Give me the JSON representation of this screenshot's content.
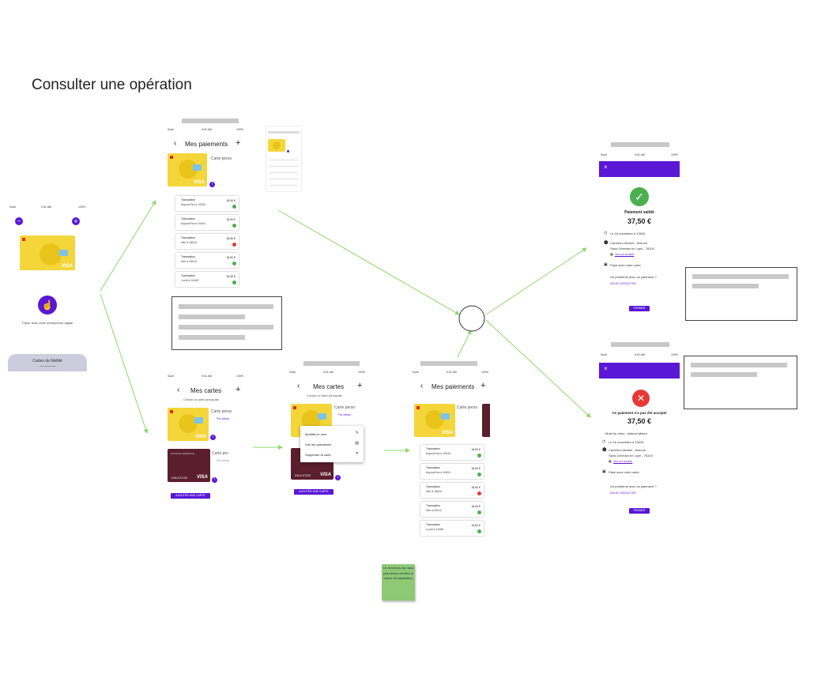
{
  "title": "Consulter une opération",
  "status": {
    "carrier": "Sosh",
    "time": "9:41 AM",
    "battery": "100%"
  },
  "home": {
    "empty_text": "Payer avec votre smartphone digital",
    "loyalty_tab": "Cartes de fidélité"
  },
  "payments_screen": {
    "title": "Mes paiements",
    "card_label": "Carte perso",
    "rows": [
      {
        "merchant": "Transaction",
        "date": "Aujourd'hui à 12h34",
        "amount": "18,50 €",
        "status": "ok"
      },
      {
        "merchant": "Transaction",
        "date": "Aujourd'hui à 10h04",
        "amount": "18,50 €",
        "status": "ok"
      },
      {
        "merchant": "Transaction",
        "date": "Hier à 18h20",
        "amount": "18,50 €",
        "status": "refused"
      },
      {
        "merchant": "Transaction",
        "date": "Hier à 09h12",
        "amount": "18,50 €",
        "status": "ok"
      },
      {
        "merchant": "Transaction",
        "date": "Lundi à 14h55",
        "amount": "18,50 €",
        "status": "ok"
      }
    ]
  },
  "cards_screen": {
    "title": "Mes cartes",
    "subtitle": "Choisir la carte principale",
    "card1_label": "Carte perso",
    "card1_status": "Par défaut",
    "card2_label": "Carte pro",
    "card2_status": "Par défaut",
    "card2_number": "2314",
    "card2_expiry": "07/22",
    "card2_brand": "SOCIETE GENERALE",
    "add_button": "AJOUTER UNE CARTE"
  },
  "context_menu": {
    "items": [
      {
        "label": "Modifier le nom",
        "icon": "✎"
      },
      {
        "label": "Voir les opérations",
        "icon": "▤"
      },
      {
        "label": "Supprimer la carte",
        "icon": "✕"
      }
    ]
  },
  "validated": {
    "close": "×",
    "title": "Paiement validé",
    "amount": "37,50 €",
    "date": "Le 16 novembre à 13h30",
    "merchant": "Carrefour Market - Avenue",
    "address": "Saint-Germain en Laye - 78100",
    "link": "Voir sur la carte",
    "payment_mode": "Payé avec votre carte",
    "question": "Un problème avec ce paiement ?",
    "contact": "NOUS CONTACTER",
    "ok": "FERMER"
  },
  "refused": {
    "close": "×",
    "title": "Ce paiement n'a pas été accepté",
    "amount": "37,50 €",
    "reason": "Motif du refus : plafond atteint",
    "date": "Le 16 novembre à 13h30",
    "merchant": "Carrefour Market - Avenue",
    "address": "Saint-Germain en Laye - 78100",
    "link": "Voir sur la carte",
    "payment_mode": "Payé avec votre carte",
    "question": "Un problème avec ce paiement ?",
    "contact": "NOUS CONTACTER",
    "ok": "FERMER"
  },
  "sticky_note": "10 dernières Op dans pas besoin de filtre ni même de séparateur",
  "colors": {
    "accent": "#5a17d6",
    "success": "#4caf50",
    "danger": "#e53935",
    "arrow": "#8ed96a",
    "card_yellow": "#f5d63a",
    "card_maroon": "#5b1e2d"
  }
}
